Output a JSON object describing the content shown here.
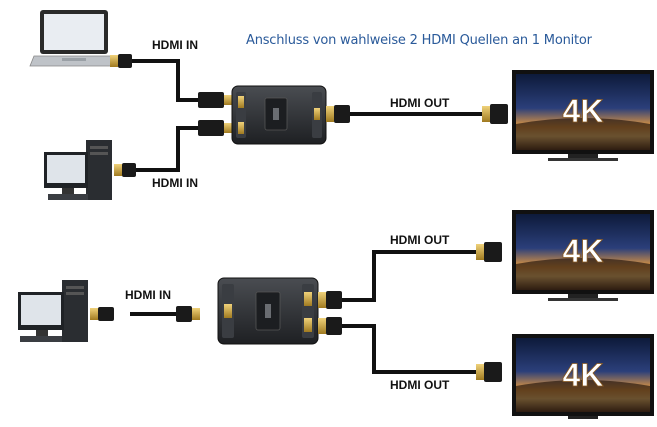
{
  "caption": "Anschluss von wahlweise 2 HDMI Quellen an 1 Monitor",
  "labels": {
    "top_in_laptop": "HDMI IN",
    "top_in_pc": "HDMI IN",
    "top_out": "HDMI OUT",
    "bottom_in": "HDMI IN",
    "bottom_out_upper": "HDMI OUT",
    "bottom_out_lower": "HDMI OUT"
  },
  "monitor_badge": "4K",
  "colors": {
    "caption": "#2a5a9a",
    "cable": "#111111",
    "connector_gold": "#c9a43a",
    "switch_body": "#2b2d30"
  }
}
